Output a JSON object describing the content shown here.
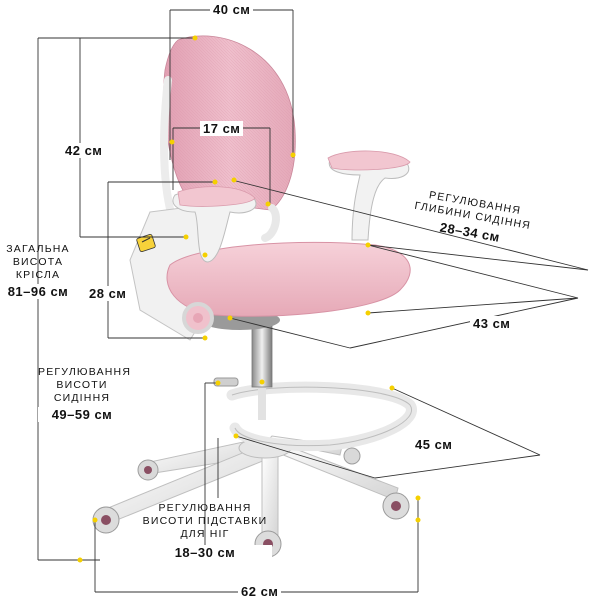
{
  "dimensions": {
    "width_top": "40 см",
    "back_height": "42 см",
    "back_width": "17 см",
    "seat_depth_adjust_caption": [
      "РЕГУЛЮВАННЯ",
      "ГЛИБИНИ СИДІННЯ"
    ],
    "seat_depth_adjust_value": "28–34 см",
    "total_height_caption": [
      "ЗАГАЛЬНА",
      "ВИСОТА",
      "КРІСЛА"
    ],
    "total_height_value": "81–96 см",
    "armrest_height": "28 см",
    "seat_width": "43 см",
    "seat_height_adjust_caption": [
      "РЕГУЛЮВАННЯ",
      "ВИСОТИ",
      "СИДІННЯ"
    ],
    "seat_height_adjust_value": "49–59 см",
    "footrest_width": "45 см",
    "footrest_adjust_caption": [
      "РЕГУЛЮВАННЯ",
      "ВИСОТИ ПІДСТАВКИ",
      "ДЛЯ НІГ"
    ],
    "footrest_adjust_value": "18–30 см",
    "base_width": "62 см"
  },
  "colors": {
    "mesh_pink": "#eab5c3",
    "cushion_pink": "#f0c3cd",
    "frame_white": "#f2f2f2",
    "frame_shadow": "#c9c9c9",
    "dim_line": "#333333",
    "marker_yellow": "#f5d000"
  }
}
